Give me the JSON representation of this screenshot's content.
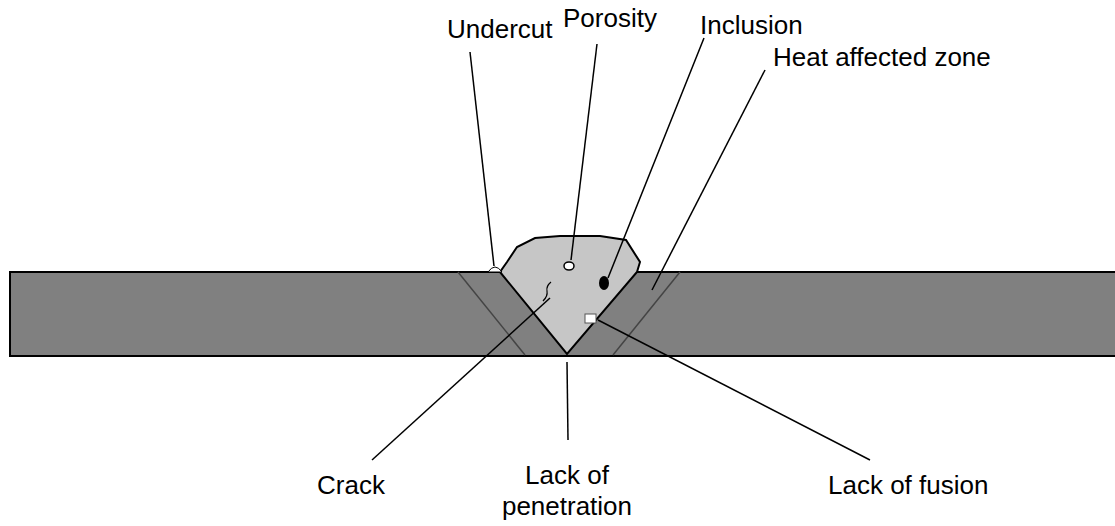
{
  "diagram": {
    "labels": [
      "Undercut",
      "Porosity",
      "Inclusion",
      "Heat affected zone",
      "Crack",
      "Lack of penetration",
      "Lack of fusion"
    ]
  }
}
